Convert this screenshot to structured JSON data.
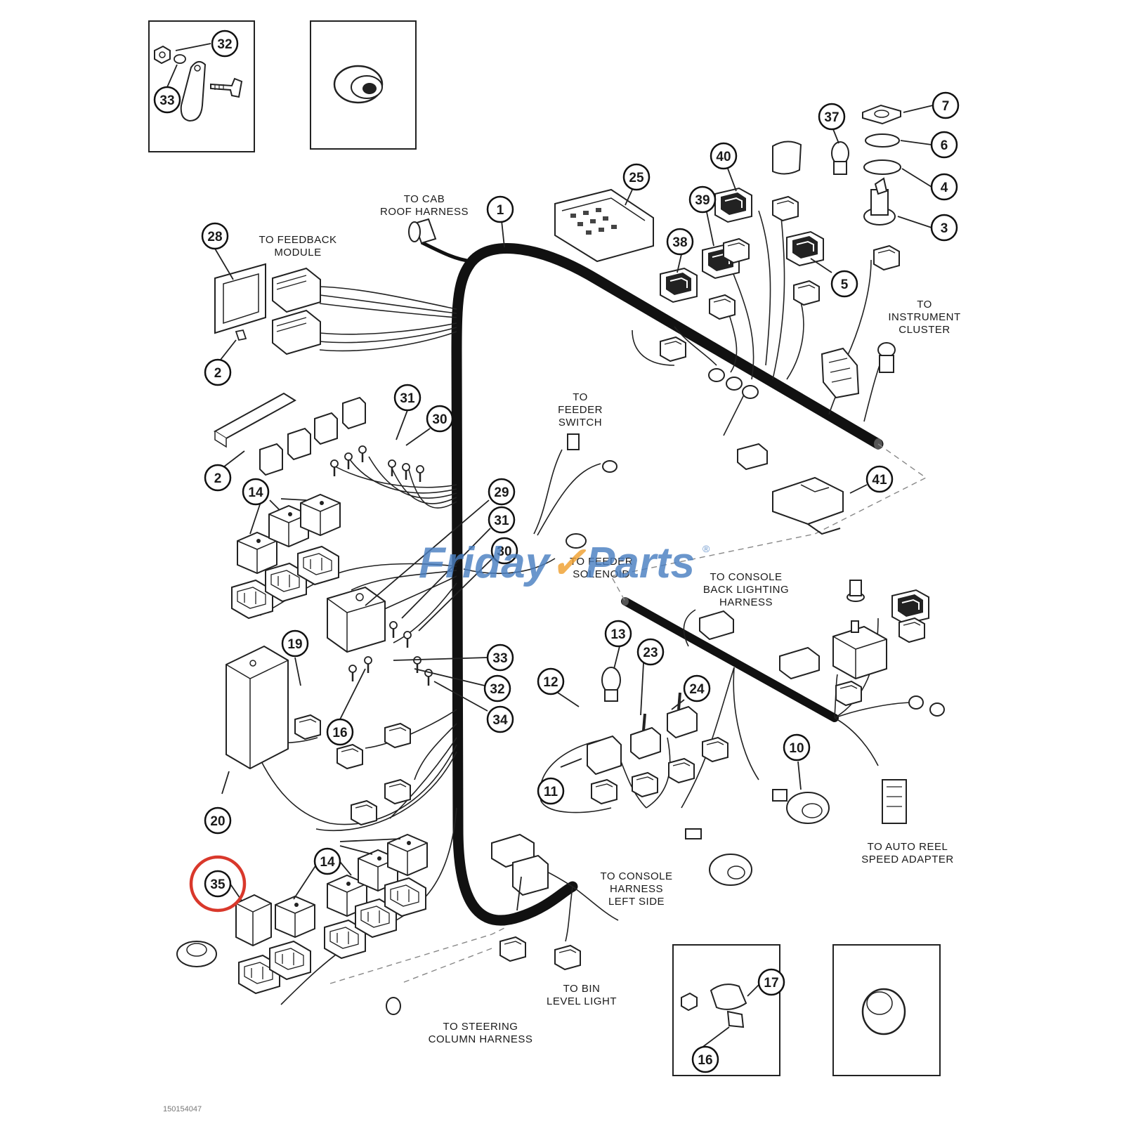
{
  "watermark": {
    "part1": "Friday",
    "part2": "Parts",
    "reg": "®",
    "color_main": "#4a7fc1",
    "color_accent": "#f0a030"
  },
  "highlight_color": "#d9382b",
  "footer_code": "150154047",
  "labels": {
    "cab_roof": [
      "TO CAB",
      "ROOF HARNESS"
    ],
    "feedback": [
      "TO FEEDBACK",
      "MODULE"
    ],
    "instrument": [
      "TO",
      "INSTRUMENT",
      "CLUSTER"
    ],
    "feeder_switch": [
      "TO",
      "FEEDER",
      "SWITCH"
    ],
    "feeder_solenoid": [
      "TO FEEDER",
      "SOLENOID"
    ],
    "console_back": [
      "TO CONSOLE",
      "BACK LIGHTING",
      "HARNESS"
    ],
    "auto_reel": [
      "TO AUTO REEL",
      "SPEED ADAPTER"
    ],
    "console_left": [
      "TO CONSOLE",
      "HARNESS",
      "LEFT SIDE"
    ],
    "bin_level": [
      "TO BIN",
      "LEVEL LIGHT"
    ],
    "steering": [
      "TO STEERING",
      "COLUMN HARNESS"
    ]
  },
  "callouts": {
    "c32a": "32",
    "c33a": "33",
    "c1": "1",
    "c25": "25",
    "c40": "40",
    "c37": "37",
    "c7": "7",
    "c6": "6",
    "c4": "4",
    "c3": "3",
    "c39": "39",
    "c38": "38",
    "c5": "5",
    "c28": "28",
    "c2a": "2",
    "c31a": "31",
    "c30a": "30",
    "c2b": "2",
    "c14a": "14",
    "c29": "29",
    "c31b": "31",
    "c30b": "30",
    "c41": "41",
    "c19": "19",
    "c33b": "33",
    "c32b": "32",
    "c34": "34",
    "c16a": "16",
    "c13": "13",
    "c23": "23",
    "c12": "12",
    "c24": "24",
    "c10": "10",
    "c11": "11",
    "c20": "20",
    "c14b": "14",
    "c35": "35",
    "c17": "17",
    "c16b": "16"
  }
}
